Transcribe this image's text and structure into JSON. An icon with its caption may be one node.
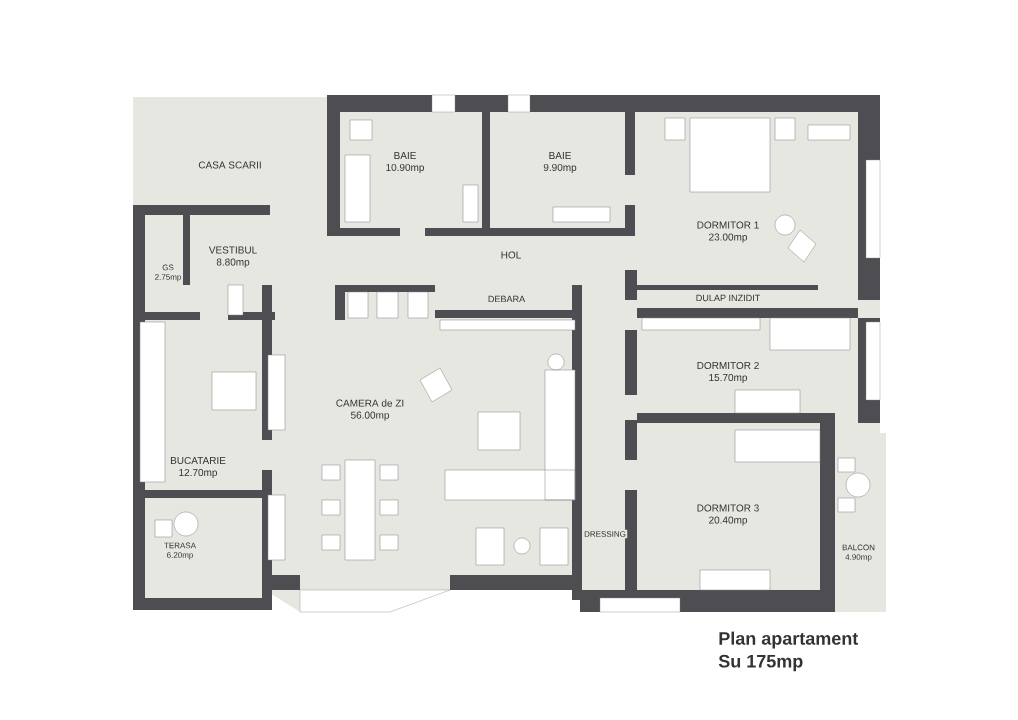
{
  "diagram": {
    "title": "Plan apartament",
    "nodes": [
      {
        "text": [
          "CASA SCARII"
        ]
      },
      {
        "text": [
          "BAIE",
          "10.90mp"
        ]
      },
      {
        "text": [
          "BAIE",
          "9.90mp"
        ]
      },
      {
        "text": [
          "DORMITOR 1",
          "23.00mp"
        ]
      },
      {
        "text": [
          "VESTIBUL",
          "8.80mp"
        ]
      },
      {
        "text": [
          "GS",
          "2.75mp"
        ]
      },
      {
        "text": [
          "HOL"
        ]
      },
      {
        "text": [
          "DEBARA"
        ]
      },
      {
        "text": [
          "DULAP INZIDIT"
        ]
      },
      {
        "text": [
          "DORMITOR 2",
          "15.70mp"
        ]
      },
      {
        "text": [
          "CAMERA de ZI",
          "56.00mp"
        ]
      },
      {
        "text": [
          "BUCATARIE",
          "12.70mp"
        ]
      },
      {
        "text": [
          "DORMITOR 3",
          "20.40mp"
        ]
      },
      {
        "text": [
          "DRESSING"
        ]
      },
      {
        "text": [
          "TERASA",
          "6.20mp"
        ]
      },
      {
        "text": [
          "BALCON",
          "4.90mp"
        ]
      }
    ],
    "labels": [
      "Su 175mp"
    ]
  }
}
